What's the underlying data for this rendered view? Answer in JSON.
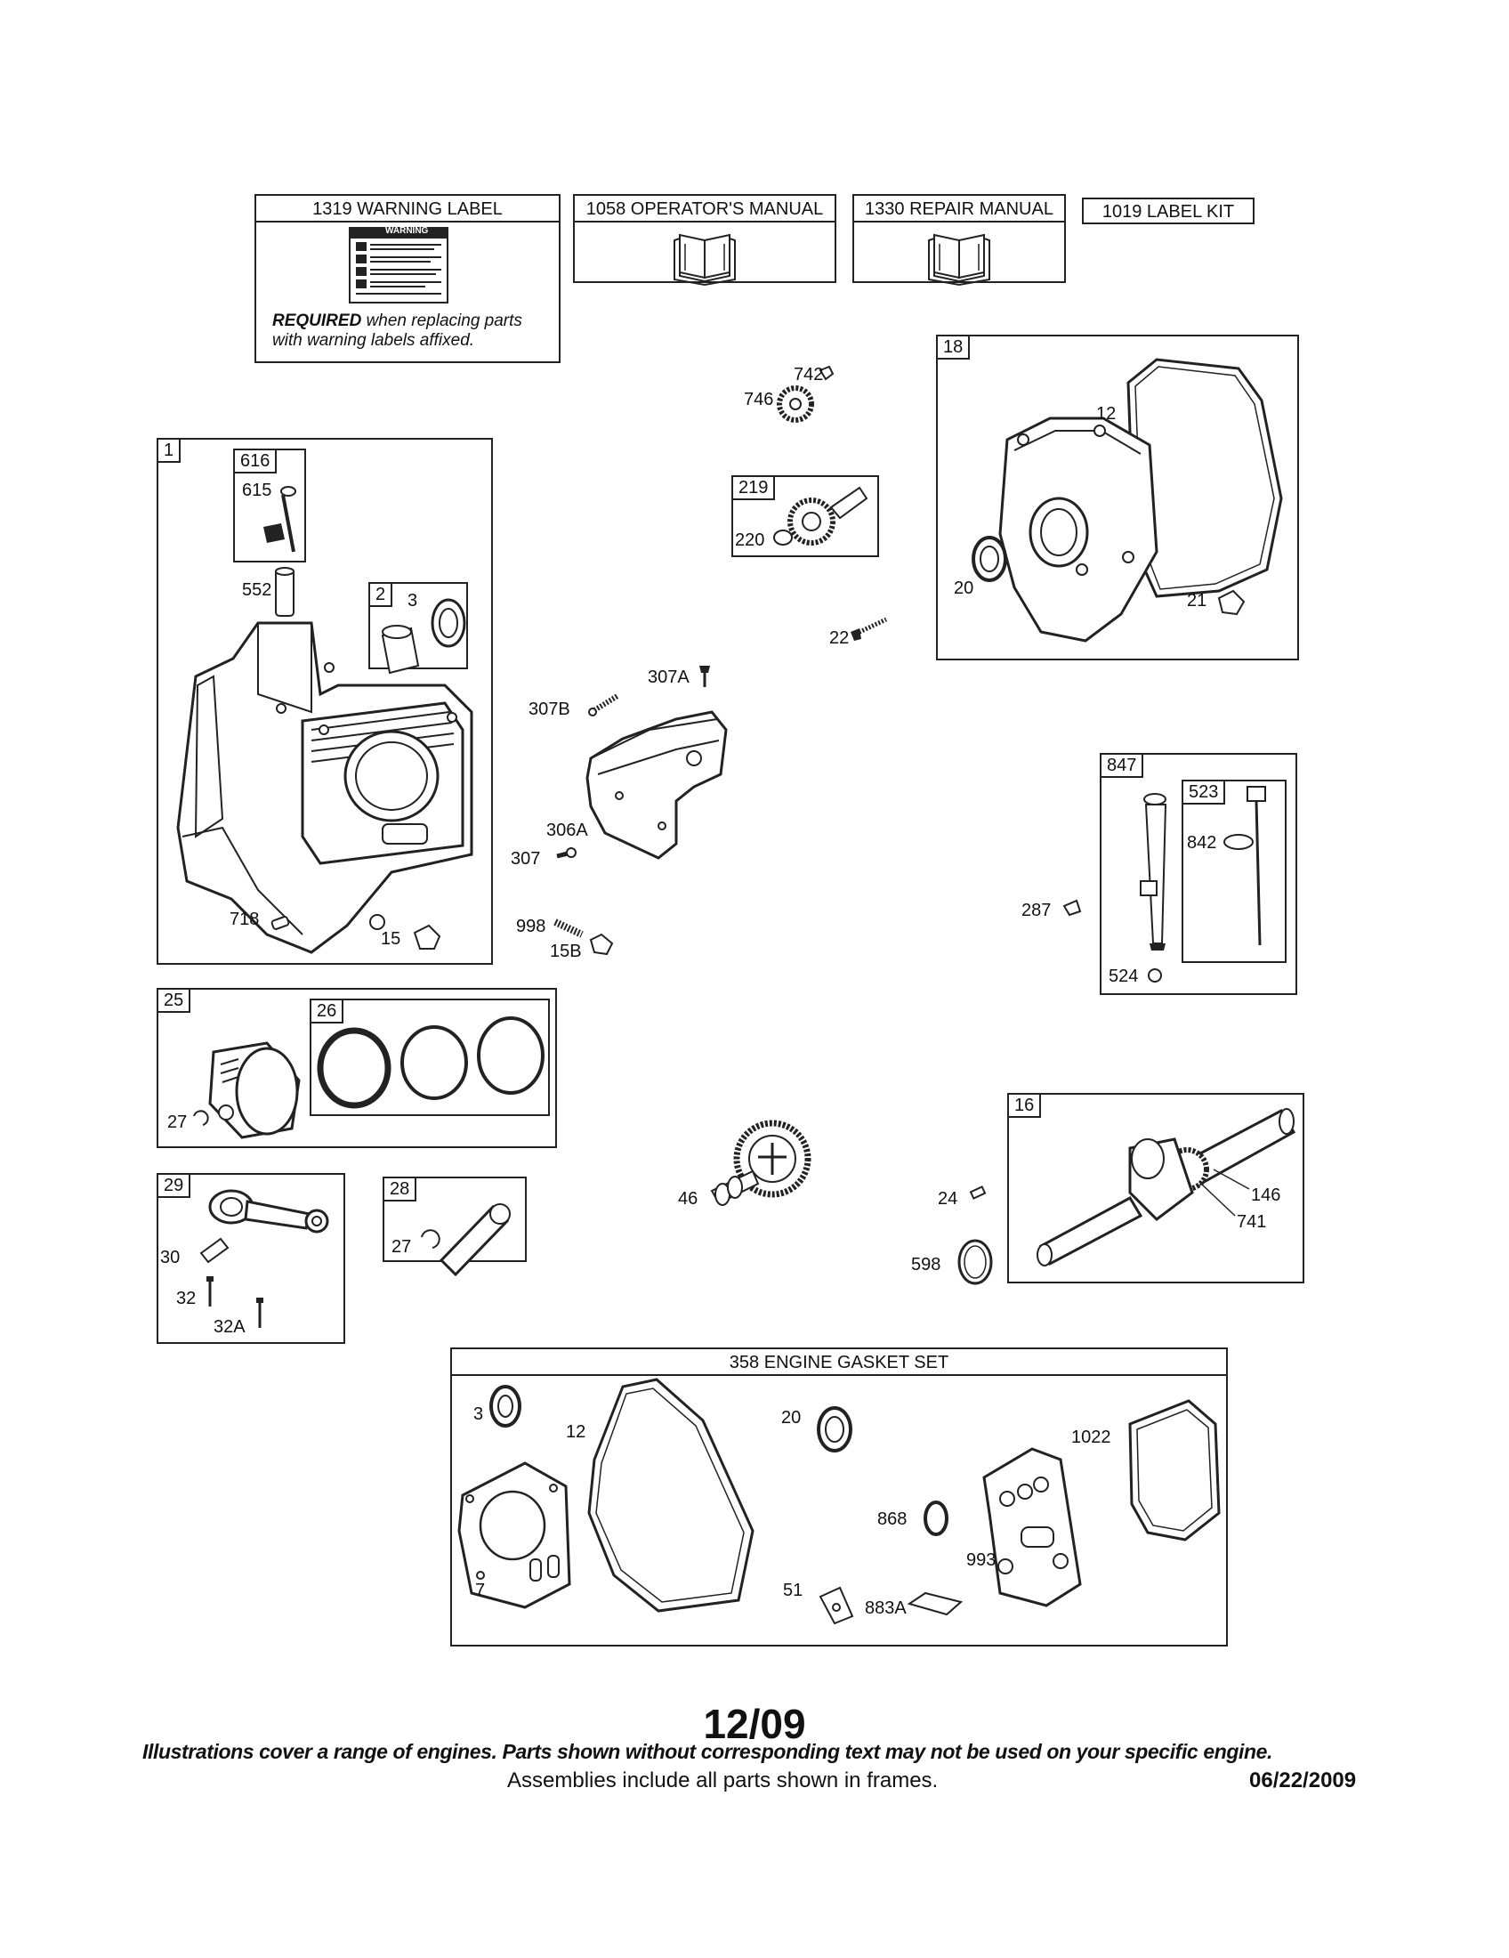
{
  "top_boxes": {
    "warning_label": {
      "header": "1319 WARNING LABEL",
      "decal_title": "WARNING",
      "note_bold": "REQUIRED",
      "note_rest": " when replacing parts",
      "note_line2": "with warning labels affixed."
    },
    "operators_manual": {
      "header": "1058 OPERATOR'S MANUAL"
    },
    "repair_manual": {
      "header": "1330 REPAIR MANUAL"
    },
    "label_kit": {
      "header": "1019 LABEL KIT"
    }
  },
  "frames": {
    "f1": "1",
    "f616": "616",
    "f2": "2",
    "f219": "219",
    "f18": "18",
    "f847": "847",
    "f523": "523",
    "f25": "25",
    "f26": "26",
    "f16": "16",
    "f29": "29",
    "f28": "28",
    "gasket_set": "358 ENGINE GASKET SET"
  },
  "callouts": {
    "c615": "615",
    "c552": "552",
    "c3": "3",
    "c718": "718",
    "c15": "15",
    "c742": "742",
    "c746": "746",
    "c220": "220",
    "c22": "22",
    "c307A": "307A",
    "c307B": "307B",
    "c306A": "306A",
    "c307": "307",
    "c998": "998",
    "c15B": "15B",
    "c12": "12",
    "c20": "20",
    "c21": "21",
    "c842": "842",
    "c287": "287",
    "c524": "524",
    "c27a": "27",
    "c46": "46",
    "c24": "24",
    "c598": "598",
    "c146": "146",
    "c741": "741",
    "c30": "30",
    "c32": "32",
    "c32A": "32A",
    "c27b": "27",
    "g3": "3",
    "g12": "12",
    "g20": "20",
    "g1022": "1022",
    "g868": "868",
    "g993": "993",
    "g7": "7",
    "g51": "51",
    "g883A": "883A"
  },
  "footer": {
    "page": "12/09",
    "disclaimer": "Illustrations cover a range of engines. Parts shown without corresponding text may not be used on your specific engine.",
    "note": "Assemblies include all parts shown in frames.",
    "date": "06/22/2009"
  }
}
